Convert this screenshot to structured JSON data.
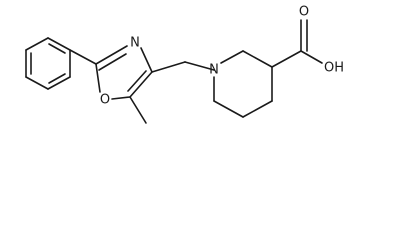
{
  "molecule": {
    "atoms": {
      "N_oxazole": "N",
      "O_oxazole": "O",
      "N_piperidine": "N",
      "OH": "OH",
      "O_carbonyl": "O"
    }
  },
  "colors": {
    "bond": "#1a1a1a",
    "background": "#ffffff"
  }
}
